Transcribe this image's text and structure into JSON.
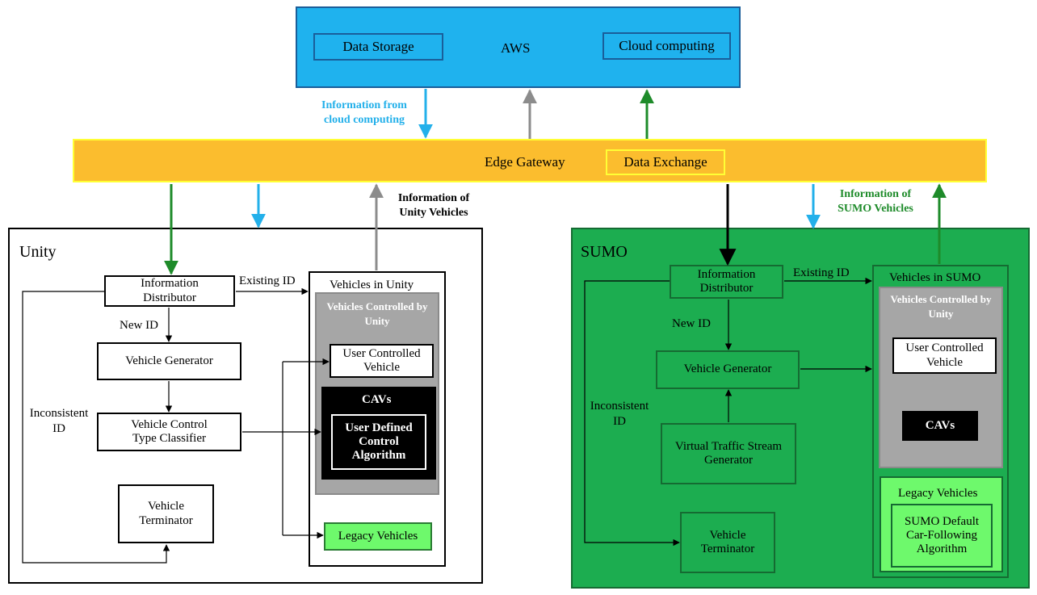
{
  "aws": {
    "title": "AWS",
    "data_storage": "Data Storage",
    "cloud_computing": "Cloud computing"
  },
  "gateway": {
    "title": "Edge Gateway",
    "data_exchange": "Data Exchange"
  },
  "annotations": {
    "info_from_cloud": "Information from cloud computing",
    "info_unity_vehicles": "Information of Unity Vehicles",
    "info_sumo_vehicles": "Information of SUMO Vehicles"
  },
  "unity": {
    "title": "Unity",
    "info_distributor": "Information Distributor",
    "existing_id": "Existing ID",
    "new_id": "New ID",
    "vehicle_generator": "Vehicle Generator",
    "inconsistent_id": "Inconsistent ID",
    "classifier": "Vehicle Control Type Classifier",
    "terminator": "Vehicle Terminator",
    "vehicles_in": "Vehicles in Unity",
    "controlled_by_unity": "Vehicles Controlled by Unity",
    "user_controlled": "User Controlled Vehicle",
    "cavs": "CAVs",
    "user_defined": "User Defined Control Algorithm",
    "legacy": "Legacy Vehicles"
  },
  "sumo": {
    "title": "SUMO",
    "info_distributor": "Information Distributor",
    "existing_id": "Existing ID",
    "new_id": "New ID",
    "vehicle_generator": "Vehicle Generator",
    "inconsistent_id": "Inconsistent ID",
    "virtual_traffic": "Virtual Traffic Stream Generator",
    "terminator": "Vehicle Terminator",
    "vehicles_in": "Vehicles in SUMO",
    "controlled_by_unity": "Vehicles Controlled by Unity",
    "user_controlled": "User Controlled Vehicle",
    "cavs": "CAVs",
    "legacy": "Legacy Vehicles",
    "sumo_default": "SUMO Default Car-Following Algorithm"
  },
  "colors": {
    "aws_blue": "#1fb2ee",
    "gateway_orange": "#fbbd2e",
    "sumo_green": "#1cad50",
    "light_green": "#6ef96c",
    "gray": "#a6a6a6",
    "arrow_blue": "#23b0ea",
    "arrow_green": "#1e8b2a",
    "arrow_gray": "#8c8c8c"
  }
}
